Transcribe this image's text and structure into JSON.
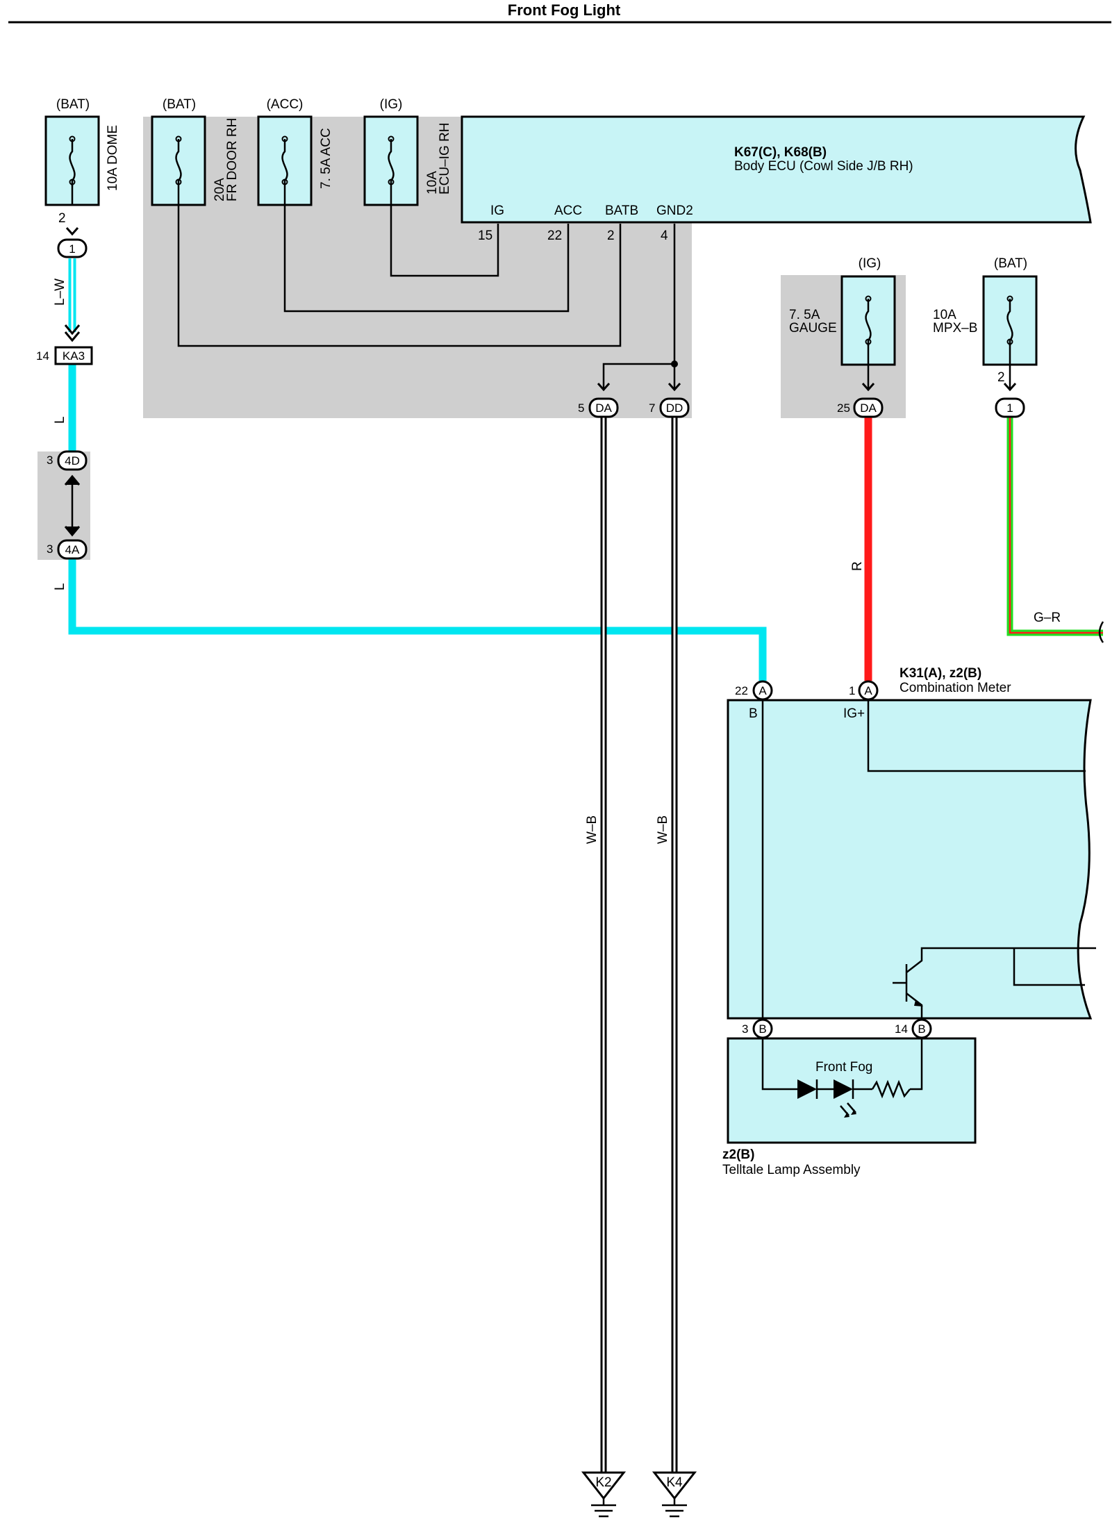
{
  "title": "Front Fog Light",
  "colors": {
    "component_fill": "#c8f4f6",
    "junction_block": "#cfcfcf",
    "wire_L": "#00e6f0",
    "wire_R": "#ff1a1a",
    "wire_G": "#22dd22",
    "wire_WB": "#000000"
  },
  "fuses": {
    "dome": {
      "source": "(BAT)",
      "label": "10A DOME",
      "pin": "2"
    },
    "fr_door": {
      "source": "(BAT)",
      "amp": "20A",
      "name": "FR DOOR RH"
    },
    "acc": {
      "source": "(ACC)",
      "label": "7. 5A ACC"
    },
    "ecu_ig": {
      "source": "(IG)",
      "amp": "10A",
      "name": "ECU–IG RH"
    },
    "gauge": {
      "source": "(IG)",
      "amp": "7. 5A",
      "name": "GAUGE"
    },
    "mpx": {
      "source": "(BAT)",
      "amp": "10A",
      "name": "MPX–B",
      "pin": "2"
    }
  },
  "body_ecu": {
    "code": "K67(C), K68(B)",
    "name": "Body ECU (Cowl Side J/B RH)",
    "terminals": [
      {
        "name": "IG",
        "pin": "15"
      },
      {
        "name": "ACC",
        "pin": "22"
      },
      {
        "name": "BATB",
        "pin": "2"
      },
      {
        "name": "GND2",
        "pin": "4"
      }
    ]
  },
  "connectors": {
    "dome_conn": "1",
    "ka3": {
      "pin": "14",
      "code": "KA3"
    },
    "c4d": {
      "pin": "3",
      "code": "4D"
    },
    "c4a": {
      "pin": "3",
      "code": "4A"
    },
    "da5": {
      "pin": "5",
      "code": "DA"
    },
    "dd7": {
      "pin": "7",
      "code": "DD"
    },
    "da25": {
      "pin": "25",
      "code": "DA"
    },
    "mpx_conn": "1",
    "meter_a22": {
      "pin": "22",
      "code": "A"
    },
    "meter_a1": {
      "pin": "1",
      "code": "A"
    },
    "meter_b3": {
      "pin": "3",
      "code": "B"
    },
    "meter_b14": {
      "pin": "14",
      "code": "B"
    }
  },
  "wires": {
    "lw": "L–W",
    "l1": "L",
    "l2": "L",
    "r": "R",
    "gr": "G–R",
    "wb1": "W–B",
    "wb2": "W–B"
  },
  "meter": {
    "code": "K31(A), z2(B)",
    "name": "Combination Meter",
    "term_b": "B",
    "term_ig": "IG+"
  },
  "telltale": {
    "lamp": "Front Fog",
    "code": "z2(B)",
    "name": "Telltale Lamp Assembly"
  },
  "grounds": [
    "K2",
    "K4"
  ]
}
